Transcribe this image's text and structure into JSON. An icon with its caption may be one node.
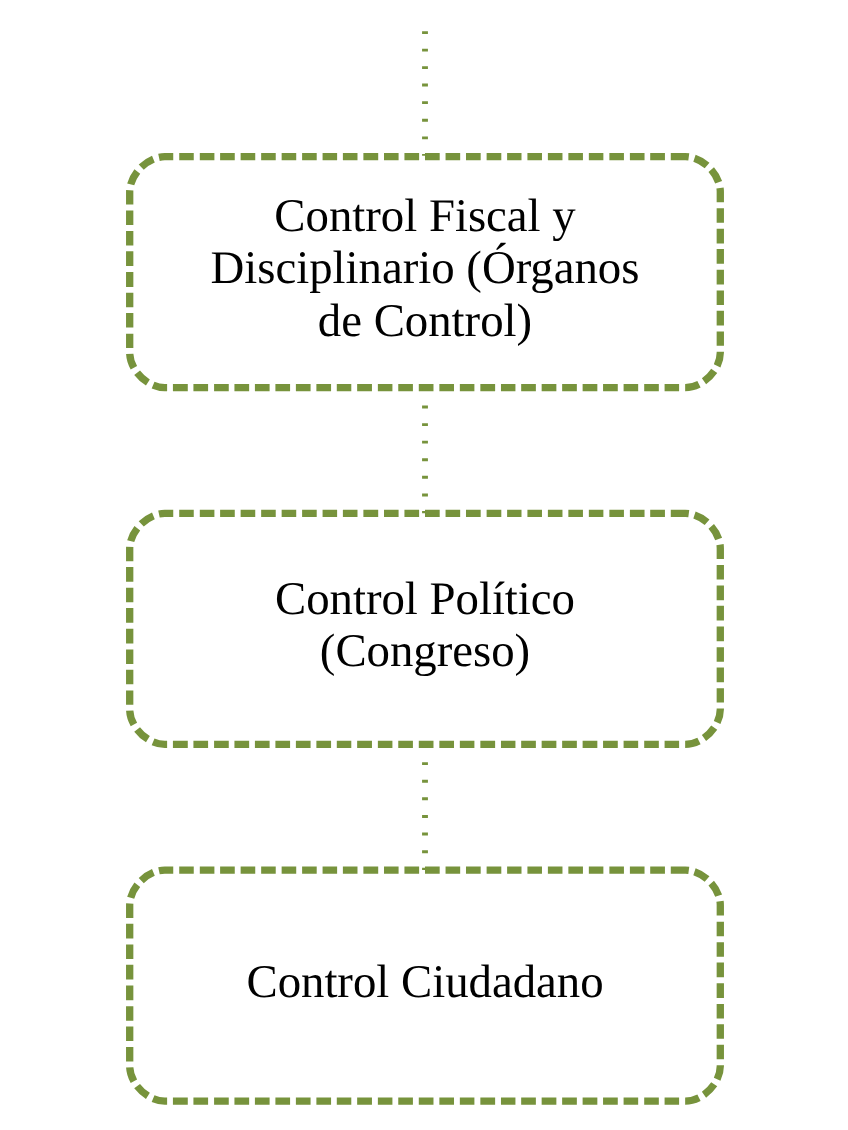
{
  "diagram": {
    "nodes": [
      {
        "text": [
          "Control Fiscal y Disciplinario (Órganos de Control)"
        ]
      },
      {
        "text": [
          "Control Político (Congreso)"
        ]
      },
      {
        "text": [
          "Control Ciudadano"
        ]
      }
    ],
    "edges": [
      {
        "from": null,
        "to": 0,
        "arrow": "none"
      },
      {
        "from": 0,
        "to": 1,
        "arrow": "none"
      },
      {
        "from": 1,
        "to": 2,
        "arrow": "none"
      }
    ]
  }
}
